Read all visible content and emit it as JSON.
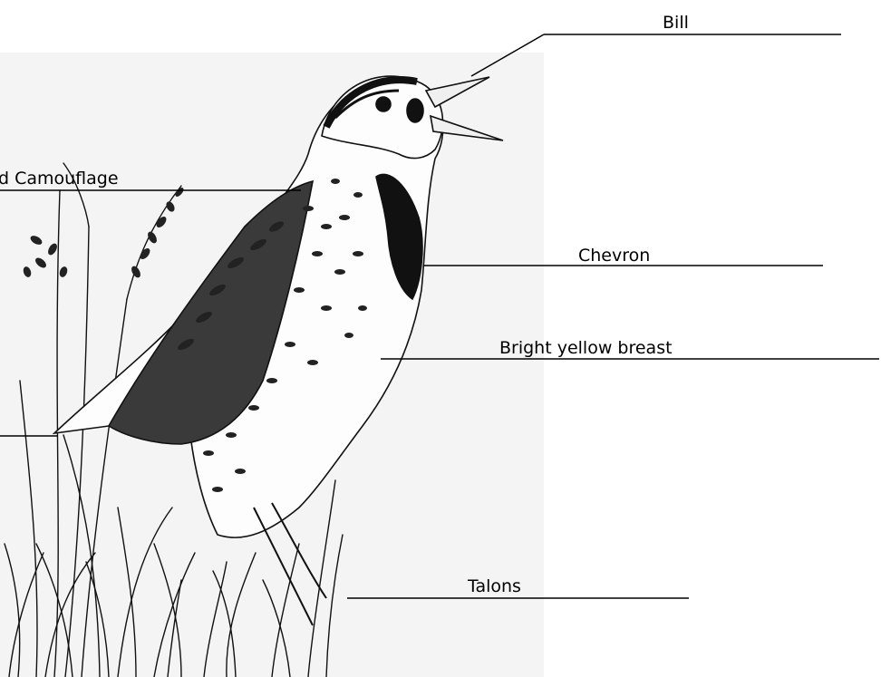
{
  "labels": {
    "bill": "Bill",
    "camouflage": "d Camouflage",
    "chevron": "Chevron",
    "breast": "Bright yellow breast",
    "talons": "Talons"
  },
  "illustration": {
    "subject": "meadowlark-icon",
    "ink": "#111111",
    "paper": "#f4f4f4"
  }
}
